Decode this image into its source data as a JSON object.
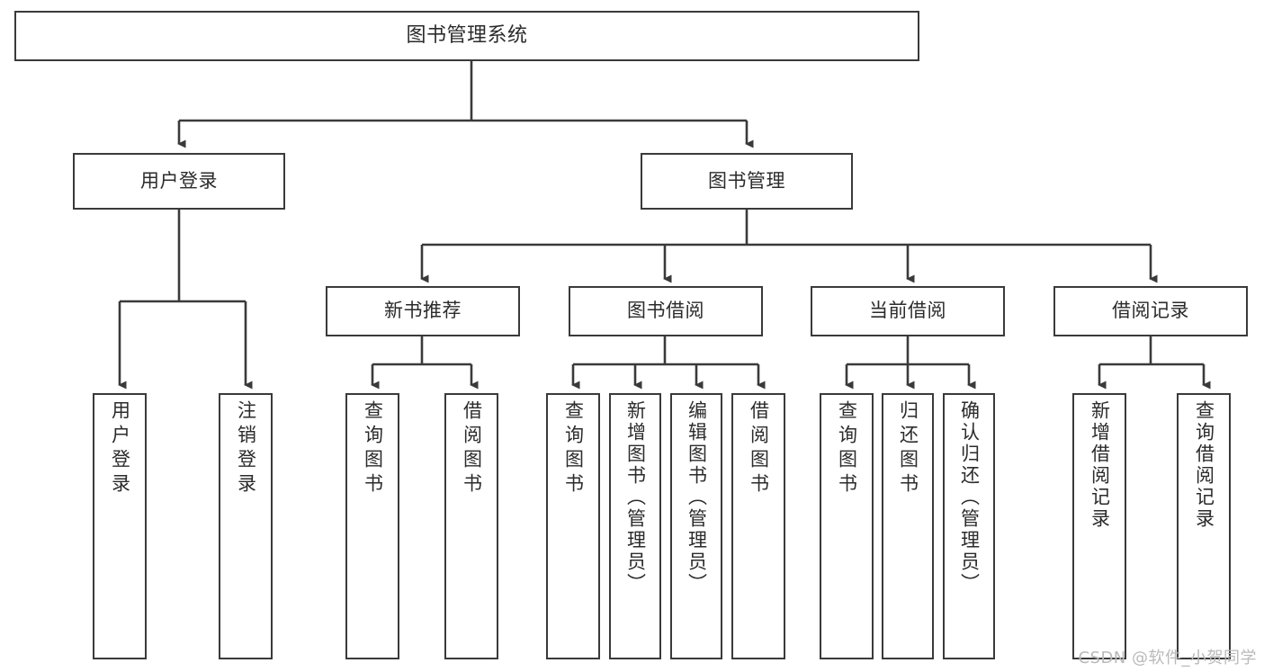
{
  "diagram": {
    "type": "tree-hierarchy-chart",
    "title": "图书管理系统",
    "stroke_color": "#3a3a3a",
    "fill_color": "#ffffff",
    "text_color": "#2b2b2b",
    "background_color": "#ffffff",
    "root": {
      "id": "root",
      "label": "图书管理系统"
    },
    "level2": [
      {
        "id": "user-login",
        "label": "用户登录"
      },
      {
        "id": "book-management",
        "label": "图书管理"
      }
    ],
    "level3": [
      {
        "id": "new-book-recommend",
        "label": "新书推荐",
        "parent": "book-management"
      },
      {
        "id": "book-borrow",
        "label": "图书借阅",
        "parent": "book-management"
      },
      {
        "id": "current-borrow",
        "label": "当前借阅",
        "parent": "book-management"
      },
      {
        "id": "borrow-record",
        "label": "借阅记录",
        "parent": "book-management"
      }
    ],
    "leaves": [
      {
        "id": "leaf-user-login",
        "label": "用户登录",
        "parent": "user-login"
      },
      {
        "id": "leaf-user-logout",
        "label": "注销登录",
        "parent": "user-login"
      },
      {
        "id": "leaf-query-book-1",
        "label": "查询图书",
        "parent": "new-book-recommend"
      },
      {
        "id": "leaf-borrow-book-1",
        "label": "借阅图书",
        "parent": "new-book-recommend"
      },
      {
        "id": "leaf-query-book-2",
        "label": "查询图书",
        "parent": "book-borrow"
      },
      {
        "id": "leaf-add-book",
        "label": "新增图书（管理员）",
        "parent": "book-borrow"
      },
      {
        "id": "leaf-edit-book",
        "label": "编辑图书（管理员）",
        "parent": "book-borrow"
      },
      {
        "id": "leaf-borrow-book-2",
        "label": "借阅图书",
        "parent": "book-borrow"
      },
      {
        "id": "leaf-query-book-3",
        "label": "查询图书",
        "parent": "current-borrow"
      },
      {
        "id": "leaf-return-book",
        "label": "归还图书",
        "parent": "current-borrow"
      },
      {
        "id": "leaf-confirm-return",
        "label": "确认归还（管理员）",
        "parent": "current-borrow"
      },
      {
        "id": "leaf-add-record",
        "label": "新增借阅记录",
        "parent": "borrow-record"
      },
      {
        "id": "leaf-query-record",
        "label": "查询借阅记录",
        "parent": "borrow-record"
      }
    ]
  },
  "watermark": {
    "text": "CSDN @软件_小贺同学"
  }
}
